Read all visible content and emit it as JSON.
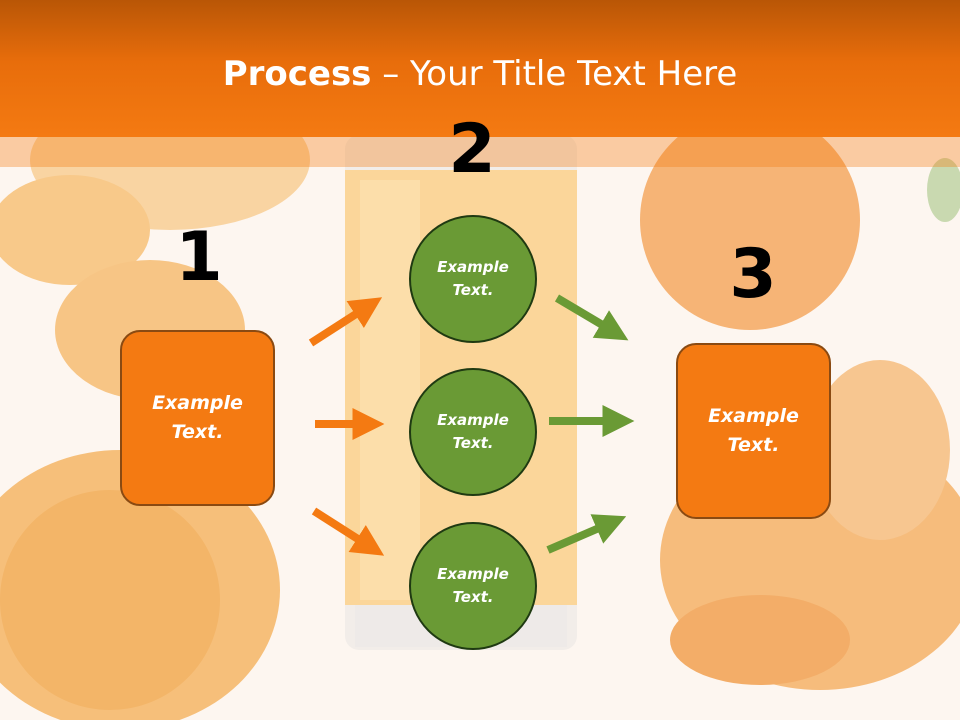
{
  "slide": {
    "title_bold": "Process",
    "title_rest": " – Your Title Text Here"
  },
  "steps": [
    {
      "number": "1",
      "text": "Example\nText."
    },
    {
      "number": "2",
      "texts": [
        "Example\nText.",
        "Example\nText.",
        "Example\nText."
      ]
    },
    {
      "number": "3",
      "text": "Example\nText."
    }
  ],
  "colors": {
    "orange": "#f47a12",
    "green": "#6a9a35",
    "header": "#e86d0b"
  }
}
